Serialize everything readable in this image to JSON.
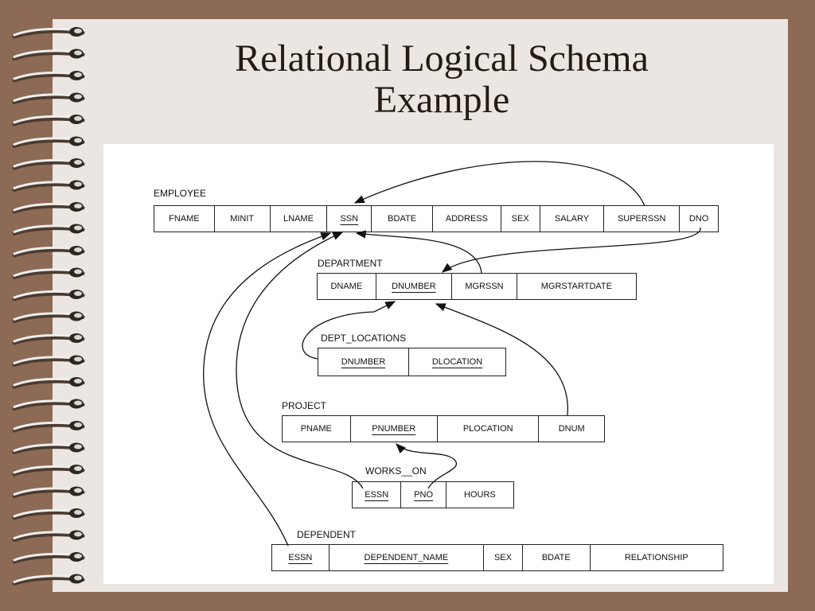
{
  "title": {
    "line1": "Relational Logical Schema",
    "line2": "Example"
  },
  "colors": {
    "frame": "#8d6a55",
    "paper": "#ebe6e1",
    "panel": "#ffffff",
    "text": "#111111"
  },
  "relations": {
    "employee": {
      "name": "EMPLOYEE",
      "attributes": [
        "FNAME",
        "MINIT",
        "LNAME",
        "SSN",
        "BDATE",
        "ADDRESS",
        "SEX",
        "SALARY",
        "SUPERSSN",
        "DNO"
      ]
    },
    "department": {
      "name": "DEPARTMENT",
      "attributes": [
        "DNAME",
        "DNUMBER",
        "MGRSSN",
        "MGRSTARTDATE"
      ]
    },
    "dept_locations": {
      "name": "DEPT_LOCATIONS",
      "attributes": [
        "DNUMBER",
        "DLOCATION"
      ]
    },
    "project": {
      "name": "PROJECT",
      "attributes": [
        "PNAME",
        "PNUMBER",
        "PLOCATION",
        "DNUM"
      ]
    },
    "works_on": {
      "name": "WORKS__ON",
      "attributes": [
        "ESSN",
        "PNO",
        "HOURS"
      ]
    },
    "dependent": {
      "name": "DEPENDENT",
      "attributes": [
        "ESSN",
        "DEPENDENT_NAME",
        "SEX",
        "BDATE",
        "RELATIONSHIP"
      ]
    }
  }
}
